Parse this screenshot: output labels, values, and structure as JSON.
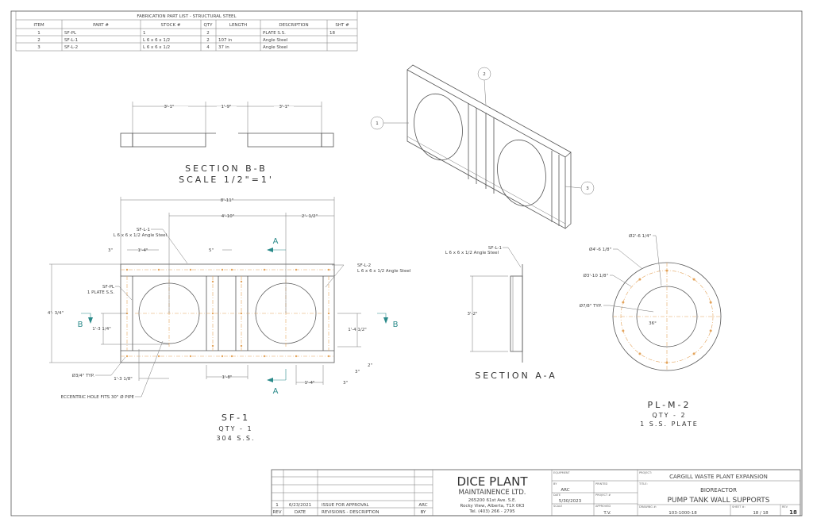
{
  "parts_table": {
    "title": "FABRICATION PART LIST - STRUCTURAL STEEL",
    "headers": [
      "ITEM",
      "PART #",
      "STOCK #",
      "QTY",
      "LENGTH",
      "DESCRIPTION",
      "SHT #"
    ],
    "rows": [
      [
        "1",
        "SF-PL",
        "1",
        "2",
        "",
        "PLATE S.S.",
        "18"
      ],
      [
        "2",
        "SF-L-1",
        "L 6 x 6 x 1/2",
        "2",
        "107 in",
        "Angle Steel",
        ""
      ],
      [
        "3",
        "SF-L-2",
        "L 6 x 6 x 1/2",
        "4",
        "37 in",
        "Angle Steel",
        ""
      ]
    ]
  },
  "section_bb": {
    "dims": [
      "3'-1\"",
      "1'-9\"",
      "3'-1\""
    ],
    "title": "SECTION B-B",
    "scale": "SCALE 1/2\"=1'"
  },
  "sf1": {
    "dims": {
      "overall": "8'-11\"",
      "d1": "4'-10\"",
      "d2": "2'- 1/2\"",
      "d3": "3\"",
      "d4": "1'-4\"",
      "d5": "5\"",
      "height": "4'- 3/4\"",
      "d6": "1'-3 1/4\"",
      "d7": "1'-4 1/2\"",
      "d8": "2\"",
      "d9": "3\"",
      "d10": "1'-3 1/8\"",
      "d11": "1'-8\"",
      "d12": "1'-4\"",
      "d13": "3\""
    },
    "callouts": {
      "l1_part": "SF-L-1",
      "l1_desc": "L 6 x 6 x 1/2 Angle Steel",
      "l2_part": "SF-L-2",
      "l2_desc": "L 6 x 6 x 1/2 Angle Steel",
      "pl_part": "SF-PL",
      "pl_desc": "1 PLATE S.S.",
      "holes": "Ø3/4\" TYP.",
      "eccentric": "ECCENTRIC HOLE FITS 30\" Ø PIPE"
    },
    "markers": {
      "a": "A",
      "b": "B"
    },
    "title": "SF-1",
    "qty": "QTY - 1",
    "material": "304 S.S."
  },
  "section_aa": {
    "callout_part": "SF-L-1",
    "callout_desc": "L 6 x 6 x 1/2 Angle Steel",
    "dim": "3'-2\"",
    "title": "SECTION A-A"
  },
  "plm2": {
    "dims": [
      "Ø2'-6 1/4\"",
      "Ø4'-6 1/8\"",
      "Ø3'-10 1/8\"",
      "Ø7/8\" TYP.",
      "36°"
    ],
    "title": "PL-M-2",
    "qty": "QTY - 2",
    "material": "1 S.S. PLATE"
  },
  "iso_balloons": [
    "1",
    "2",
    "3"
  ],
  "title_block": {
    "revisions": [
      {
        "rev": "1",
        "date": "6/23/2021",
        "desc": "ISSUE FOR APPROVAL",
        "by": "ARC"
      }
    ],
    "rev_headers": {
      "rev": "REV",
      "date": "DATE",
      "desc": "REVISIONS - DESCRIPTION",
      "by": "BY"
    },
    "company": {
      "name": "DICE PLANT",
      "sub": "MAINTAINENCE LTD.",
      "addr1": "265200 61st Ave. S.E.",
      "addr2": "Rocky View, Alberta, T1X 0K3",
      "tel": "Tel. (403) 266 - 2795"
    },
    "labels": {
      "equipment": "EQUIPMENT",
      "by": "BY",
      "date": "DATE",
      "scale": "SCALE",
      "printed": "PRINTED",
      "project_no": "PROJECT #",
      "approved": "APPROVED",
      "project": "PROJECT:",
      "title": "TITLE:",
      "drawing": "DRAWING #:",
      "sheet": "SHEET #:",
      "rev": "REV"
    },
    "by": "ARC",
    "date": "5/30/2023",
    "approved": "T.V.",
    "project": "CARGILL WASTE PLANT EXPANSION",
    "title1": "BIOREACTOR",
    "title2": "PUMP TANK WALL SUPPORTS",
    "drawing_no": "103-1000-18",
    "sheet": "18 / 18",
    "rev": "18"
  },
  "colors": {
    "line": "#555555",
    "centerline": "#e4a45c",
    "marker": "#2a8a8a"
  }
}
